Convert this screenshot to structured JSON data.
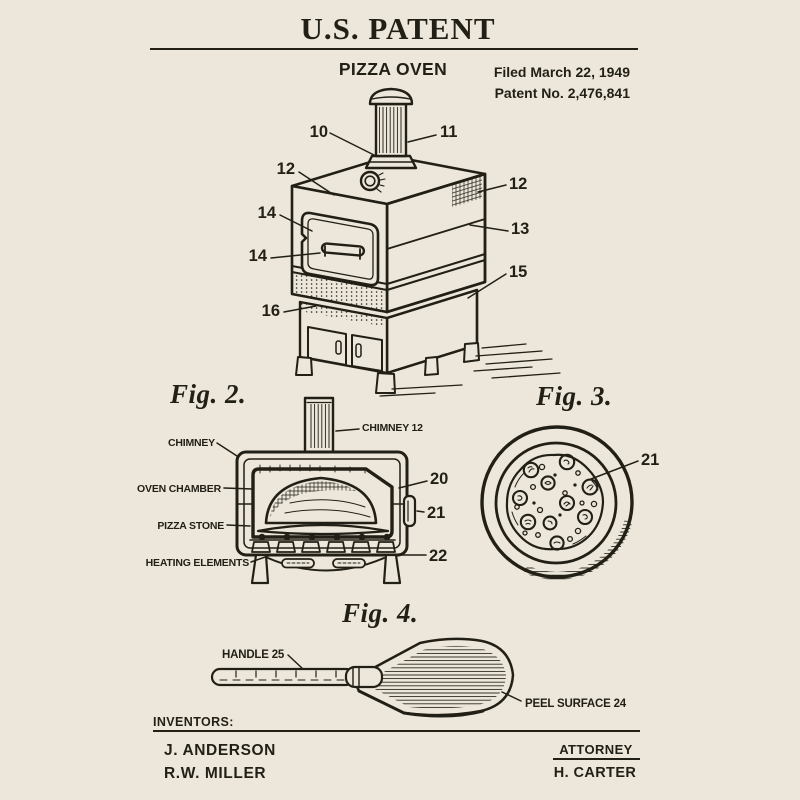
{
  "colors": {
    "background": "#ece7da",
    "ink": "#221f16"
  },
  "header": {
    "title": "U.S. PATENT",
    "subtitle": "PIZZA OVEN",
    "filed_line": "Filed March 22, 1949",
    "patent_line": "Patent No. 2,476,841"
  },
  "fig1": {
    "n10": "10",
    "n11": "11",
    "n12_left": "12",
    "n12_right": "12",
    "n13": "13",
    "n14_top": "14",
    "n14_bottom": "14",
    "n15": "15",
    "n16": "16"
  },
  "fig2": {
    "caption": "Fig. 2.",
    "chimney_label": "CHIMNEY",
    "chimney12_label": "CHIMNEY 12",
    "oven_chamber_label": "OVEN CHAMBER",
    "pizza_stone_label": "PIZZA STONE",
    "heating_elements_label": "HEATING ELEMENTS",
    "n20": "20",
    "n21": "21",
    "n22": "22"
  },
  "fig3": {
    "caption": "Fig. 3.",
    "n21": "21"
  },
  "fig4": {
    "caption": "Fig. 4.",
    "handle_label": "HANDLE 25",
    "peel_surface_label": "PEEL SURFACE 24"
  },
  "footer": {
    "inventors_label": "INVENTORS:",
    "inventors": [
      "J. ANDERSON",
      "R.W. MILLER"
    ],
    "attorney_label": "ATTORNEY",
    "attorney_name": "H. CARTER"
  }
}
